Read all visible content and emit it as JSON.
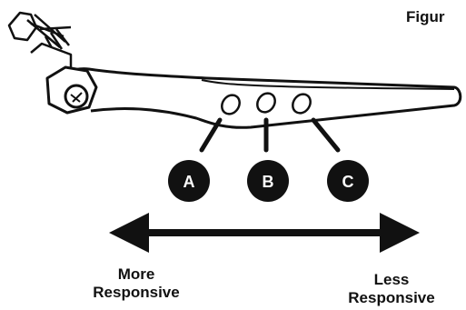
{
  "figure": {
    "title": "Figur"
  },
  "positions": [
    {
      "label": "A"
    },
    {
      "label": "B"
    },
    {
      "label": "C"
    }
  ],
  "scale": {
    "left_line1": "More",
    "left_line2": "Responsive",
    "right_line1": "Less",
    "right_line2": "Responsive"
  },
  "colors": {
    "ink": "#111111",
    "badge": "#111111",
    "badge_text": "#ffffff"
  }
}
